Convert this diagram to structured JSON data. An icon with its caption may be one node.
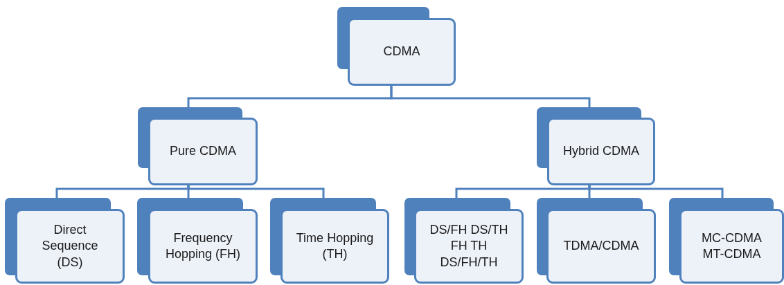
{
  "diagram": {
    "nodes": [
      {
        "text": [
          "CDMA"
        ]
      },
      {
        "text": [
          "Pure CDMA"
        ]
      },
      {
        "text": [
          "Hybrid CDMA"
        ]
      },
      {
        "text": [
          "Direct Sequence (DS)"
        ]
      },
      {
        "text": [
          "Frequency Hopping (FH)"
        ]
      },
      {
        "text": [
          "Time Hopping (TH)"
        ]
      },
      {
        "text": [
          "DS/FH DS/TH FH TH DS/FH/TH"
        ]
      },
      {
        "text": [
          "TDMA/CDMA"
        ]
      },
      {
        "text": [
          "MC-CDMA MT-CDMA"
        ]
      }
    ],
    "edges": [
      {
        "from": 0,
        "to": 1,
        "arrow": "none"
      },
      {
        "from": 0,
        "to": 2,
        "arrow": "none"
      },
      {
        "from": 1,
        "to": 3,
        "arrow": "none"
      },
      {
        "from": 1,
        "to": 4,
        "arrow": "none"
      },
      {
        "from": 1,
        "to": 5,
        "arrow": "none"
      },
      {
        "from": 2,
        "to": 6,
        "arrow": "none"
      },
      {
        "from": 2,
        "to": 7,
        "arrow": "none"
      },
      {
        "from": 2,
        "to": 8,
        "arrow": "none"
      }
    ]
  }
}
